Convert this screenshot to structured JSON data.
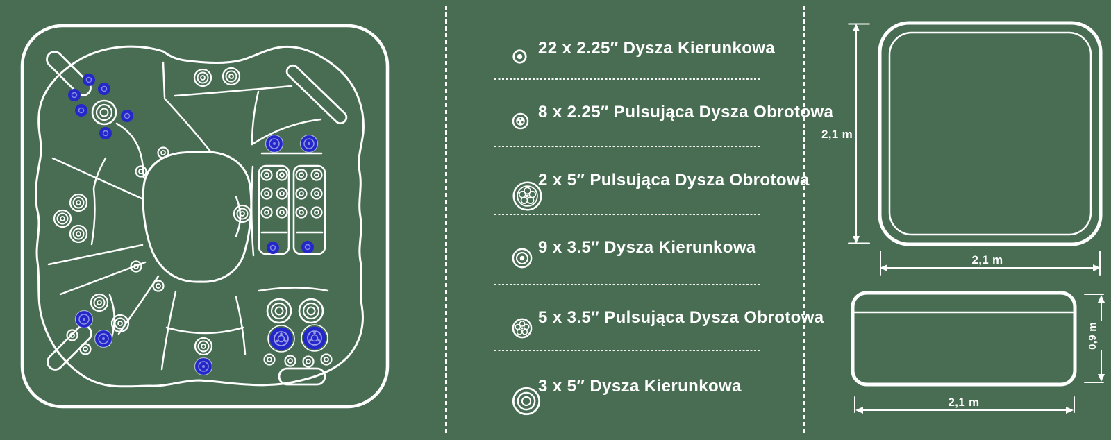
{
  "colors": {
    "background": "#486d53",
    "line": "#ffffff",
    "jet_blue": "#2428c9"
  },
  "legend": {
    "items": [
      {
        "label": "22 x 2.25″ Dysza Kierunkowa",
        "icon": "directional-jet-small-icon"
      },
      {
        "label": "8 x 2.25″ Pulsująca Dysza Obrotowa",
        "icon": "rotary-jet-small-icon"
      },
      {
        "label": "2 x 5″ Pulsująca Dysza Obrotowa",
        "icon": "rotary-jet-large-icon"
      },
      {
        "label": "9 x 3.5″ Dysza Kierunkowa",
        "icon": "directional-jet-medium-icon"
      },
      {
        "label": "5 x 3.5″ Pulsująca Dysza Obrotowa",
        "icon": "rotary-jet-medium-icon"
      },
      {
        "label": "3 x 5″ Dysza Kierunkowa",
        "icon": "directional-jet-large-icon"
      }
    ]
  },
  "dimensions": {
    "top_view": {
      "height_label": "2,1 m",
      "width_label": "2,1 m"
    },
    "side_view": {
      "height_label": "0,9 m",
      "width_label": "2,1 m"
    }
  },
  "tub": {
    "jets": {
      "small_white": [
        [
          384,
          252
        ],
        [
          406,
          252
        ],
        [
          384,
          279
        ],
        [
          406,
          279
        ],
        [
          384,
          306
        ],
        [
          406,
          306
        ],
        [
          434,
          252
        ],
        [
          456,
          252
        ],
        [
          434,
          279
        ],
        [
          456,
          279
        ],
        [
          434,
          306
        ],
        [
          456,
          306
        ],
        [
          235,
          220
        ],
        [
          203,
          247
        ],
        [
          196,
          384
        ],
        [
          228,
          412
        ],
        [
          104,
          483
        ],
        [
          123,
          503
        ],
        [
          388,
          518
        ],
        [
          418,
          520
        ],
        [
          444,
          521
        ],
        [
          470,
          518
        ]
      ],
      "small_blue": [
        [
          128,
          115
        ],
        [
          150,
          128
        ],
        [
          107,
          137
        ],
        [
          117,
          159
        ],
        [
          183,
          167
        ],
        [
          152,
          192
        ],
        [
          393,
          357
        ],
        [
          443,
          356
        ]
      ],
      "medium_white": [
        [
          292,
          112
        ],
        [
          333,
          110
        ],
        [
          113,
          292
        ],
        [
          90,
          315
        ],
        [
          113,
          337
        ],
        [
          349,
          308
        ],
        [
          143,
          436
        ],
        [
          173,
          466
        ],
        [
          293,
          499
        ]
      ],
      "medium_blue": [
        [
          395,
          207
        ],
        [
          445,
          207
        ],
        [
          121,
          460
        ],
        [
          149,
          488
        ],
        [
          293,
          528
        ]
      ],
      "large_white": [
        [
          150,
          162
        ],
        [
          402,
          448
        ],
        [
          448,
          448
        ]
      ],
      "large_blue": [
        [
          405,
          488
        ],
        [
          453,
          487
        ]
      ]
    }
  }
}
